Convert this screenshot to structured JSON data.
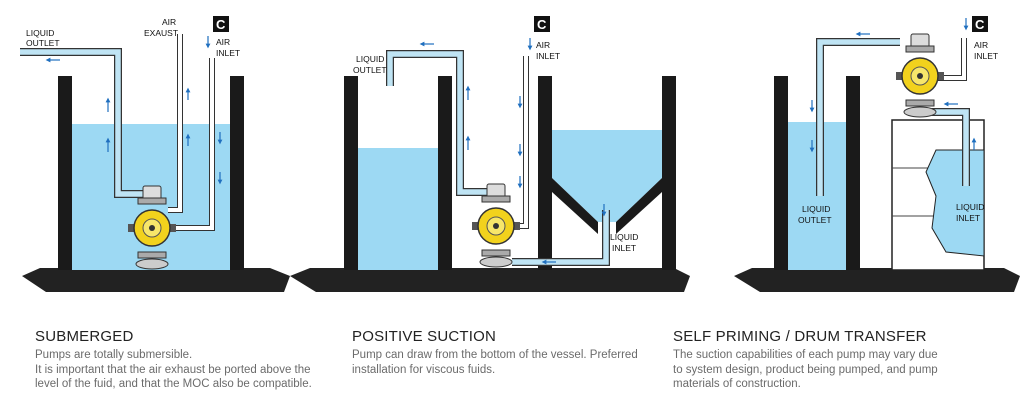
{
  "panels": [
    {
      "title": "SUBMERGED",
      "lines": [
        "Pumps are totally submersible.",
        "It is important that the air exhaust be ported above the",
        "level of the fuid, and that the MOC also be compatible."
      ],
      "labels": {
        "liquid_outlet_1": "LIQUID",
        "liquid_outlet_2": "OUTLET",
        "air_exhaust_1": "AIR",
        "air_exhaust_2": "EXAUST",
        "air_inlet_1": "AIR",
        "air_inlet_2": "INLET",
        "badge": "C"
      }
    },
    {
      "title": "POSITIVE SUCTION",
      "lines": [
        "Pump can draw from the bottom of the vessel. Preferred",
        "installation for viscous fuids."
      ],
      "labels": {
        "liquid_outlet_1": "LIQUID",
        "liquid_outlet_2": "OUTLET",
        "air_inlet_1": "AIR",
        "air_inlet_2": "INLET",
        "liquid_inlet_1": "LIQUID",
        "liquid_inlet_2": "INLET",
        "badge": "C"
      }
    },
    {
      "title": "SELF PRIMING / DRUM TRANSFER",
      "lines": [
        "The suction capabilities of each pump may vary due",
        "to system design, product being pumped, and pump",
        "materials of construction."
      ],
      "labels": {
        "air_inlet_1": "AIR",
        "air_inlet_2": "INLET",
        "liquid_outlet_1": "LIQUID",
        "liquid_outlet_2": "OUTLET",
        "liquid_inlet_1": "LIQUID",
        "liquid_inlet_2": "INLET",
        "badge": "C"
      }
    }
  ],
  "colors": {
    "liquid": "#9dd9f3",
    "pipe": "#bfe4f4",
    "tank_wall": "#1a1a1a",
    "ground": "#222222",
    "pump_yellow": "#f2d21d",
    "arrow": "#1f6fbf"
  }
}
